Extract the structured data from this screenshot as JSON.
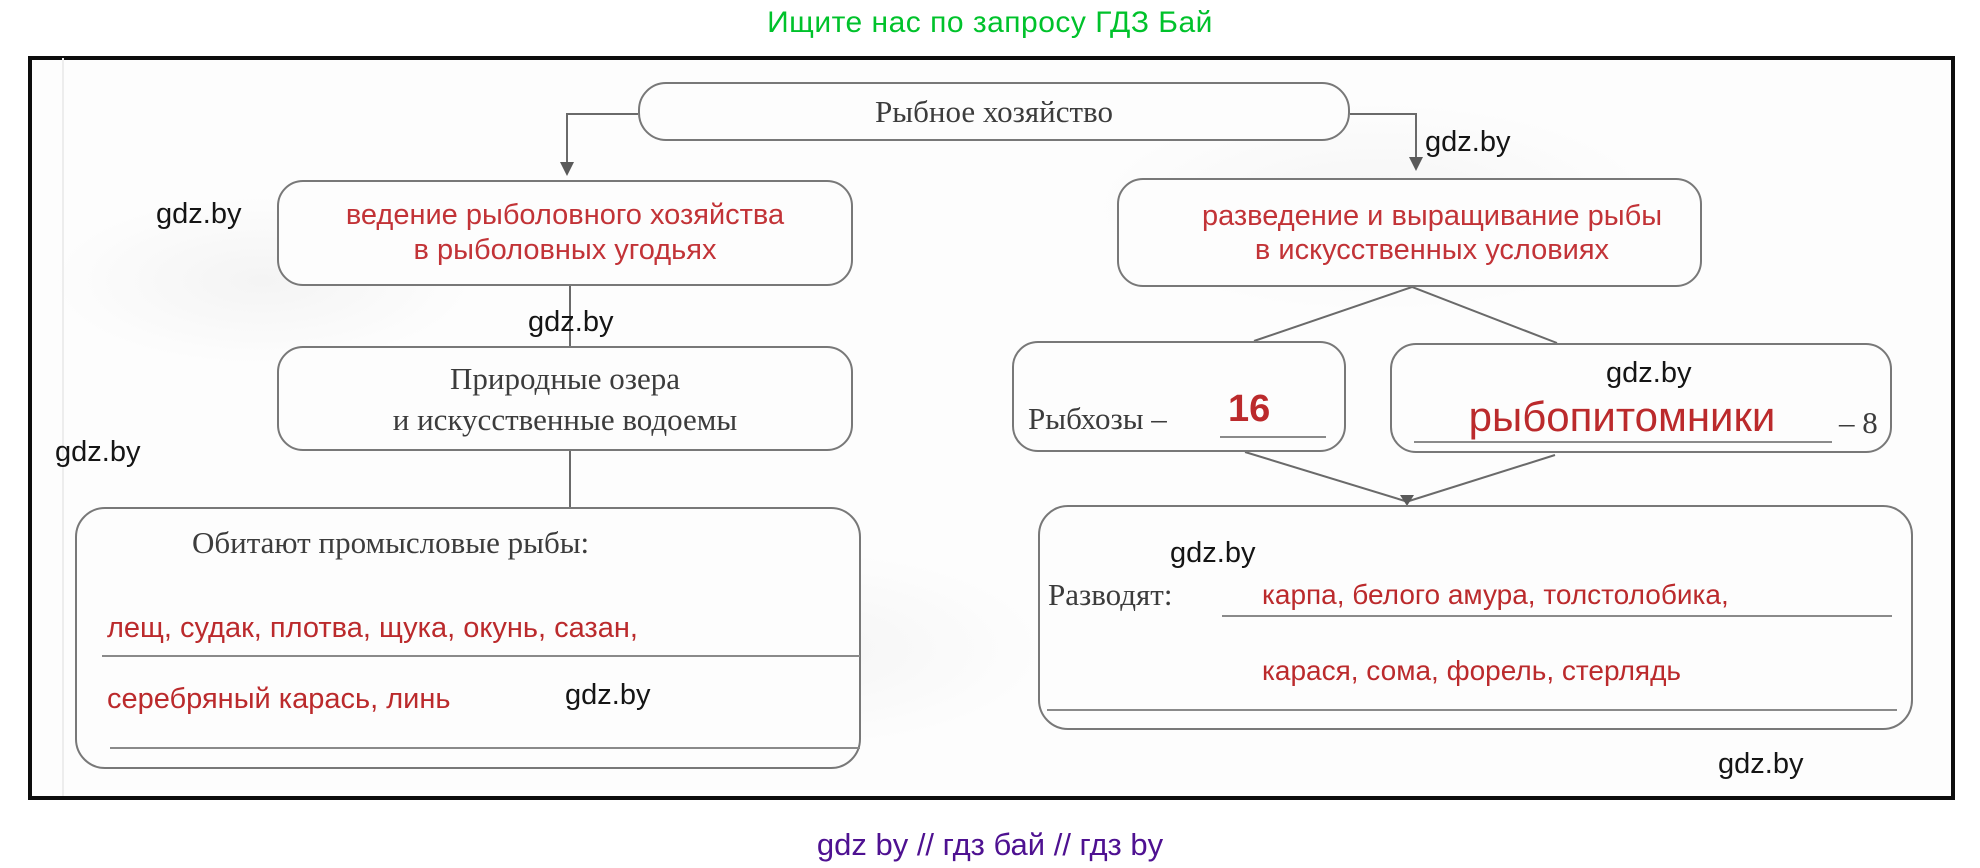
{
  "page": {
    "header_text": "Ищите нас по запросу ГДЗ Бай",
    "footer_text": "gdz by  //  гдз бай  //  гдз by",
    "watermark": "gdz.by"
  },
  "colors": {
    "header_green": "#00c22b",
    "footer_purple": "#4e1191",
    "printed_red": "#c23337",
    "answer_red": "#bb2a2c",
    "printed_text": "#3c3c3c",
    "box_border": "#787878",
    "frame_border": "#0d0d0d"
  },
  "diagram": {
    "root_label": "Рыбное хозяйство",
    "left_branch": {
      "line1": "ведение рыболовного хозяйства",
      "line2": "в рыболовных угодьях"
    },
    "waters_box": {
      "line1": "Природные озера",
      "line2": "и искусственные водоемы"
    },
    "inhabit_box": {
      "title": "Обитают промысловые рыбы:",
      "answer_line1": "лещ, судак, плотва, щука, окунь, сазан,",
      "answer_line2": "серебряный карась, линь"
    },
    "right_branch": {
      "line1": "разведение и выращивание рыбы",
      "line2": "в искусственных условиях"
    },
    "farms_box": {
      "label": "Рыбхозы –",
      "answer": "16"
    },
    "nursery_box": {
      "answer": "рыбопитомники",
      "suffix": "– 8"
    },
    "breed_box": {
      "label": "Разводят:",
      "answer_line1": "карпа, белого амура, толстолобика,",
      "answer_line2": "карася, сома, форель, стерлядь"
    }
  }
}
